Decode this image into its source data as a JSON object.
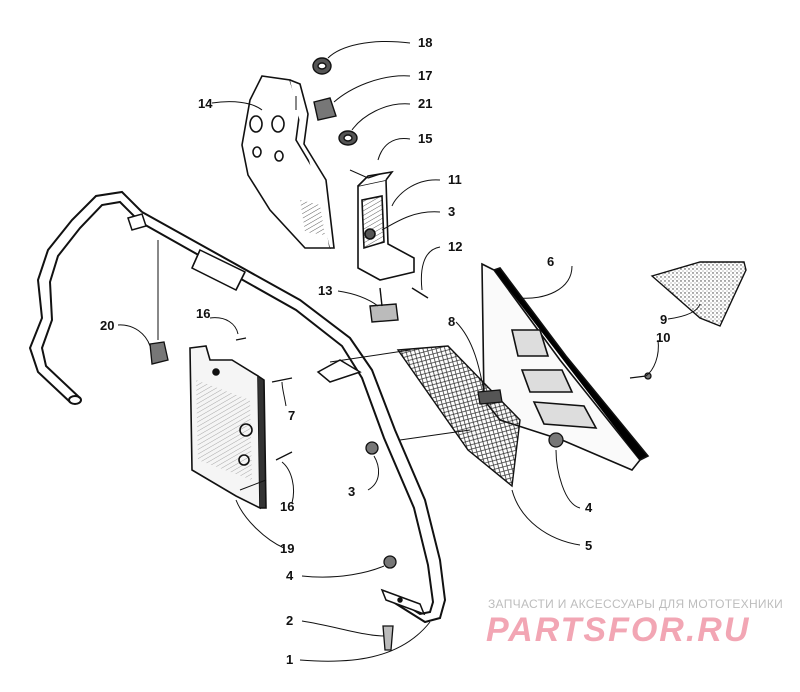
{
  "callouts": {
    "c1": "1",
    "c2": "2",
    "c3a": "3",
    "c3b": "3",
    "c4a": "4",
    "c4b": "4",
    "c5": "5",
    "c6": "6",
    "c7": "7",
    "c8": "8",
    "c9": "9",
    "c10": "10",
    "c11": "11",
    "c12": "12",
    "c13": "13",
    "c14": "14",
    "c15": "15",
    "c16a": "16",
    "c16b": "16",
    "c17": "17",
    "c18": "18",
    "c19": "19",
    "c20": "20",
    "c21": "21"
  },
  "watermark": {
    "caption": "ЗАПЧАСТИ И АКСЕССУАРЫ ДЛЯ МОТОТЕХНИКИ",
    "logo": "PARTSFOR.RU"
  }
}
